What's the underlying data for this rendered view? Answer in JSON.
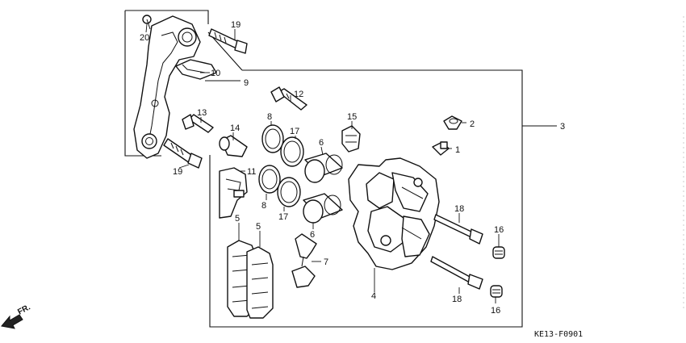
{
  "diagram": {
    "code": "KE13-F0901",
    "direction_label": "FR.",
    "callouts": {
      "c1": "1",
      "c2": "2",
      "c3": "3",
      "c4": "4",
      "c5a": "5",
      "c5b": "5",
      "c6a": "6",
      "c6b": "6",
      "c7": "7",
      "c8a": "8",
      "c8b": "8",
      "c9": "9",
      "c10": "10",
      "c11": "11",
      "c12": "12",
      "c13": "13",
      "c14": "14",
      "c15": "15",
      "c16a": "16",
      "c16b": "16",
      "c17a": "17",
      "c17b": "17",
      "c18a": "18",
      "c18b": "18",
      "c19a": "19",
      "c19b": "19",
      "c20": "20"
    }
  }
}
